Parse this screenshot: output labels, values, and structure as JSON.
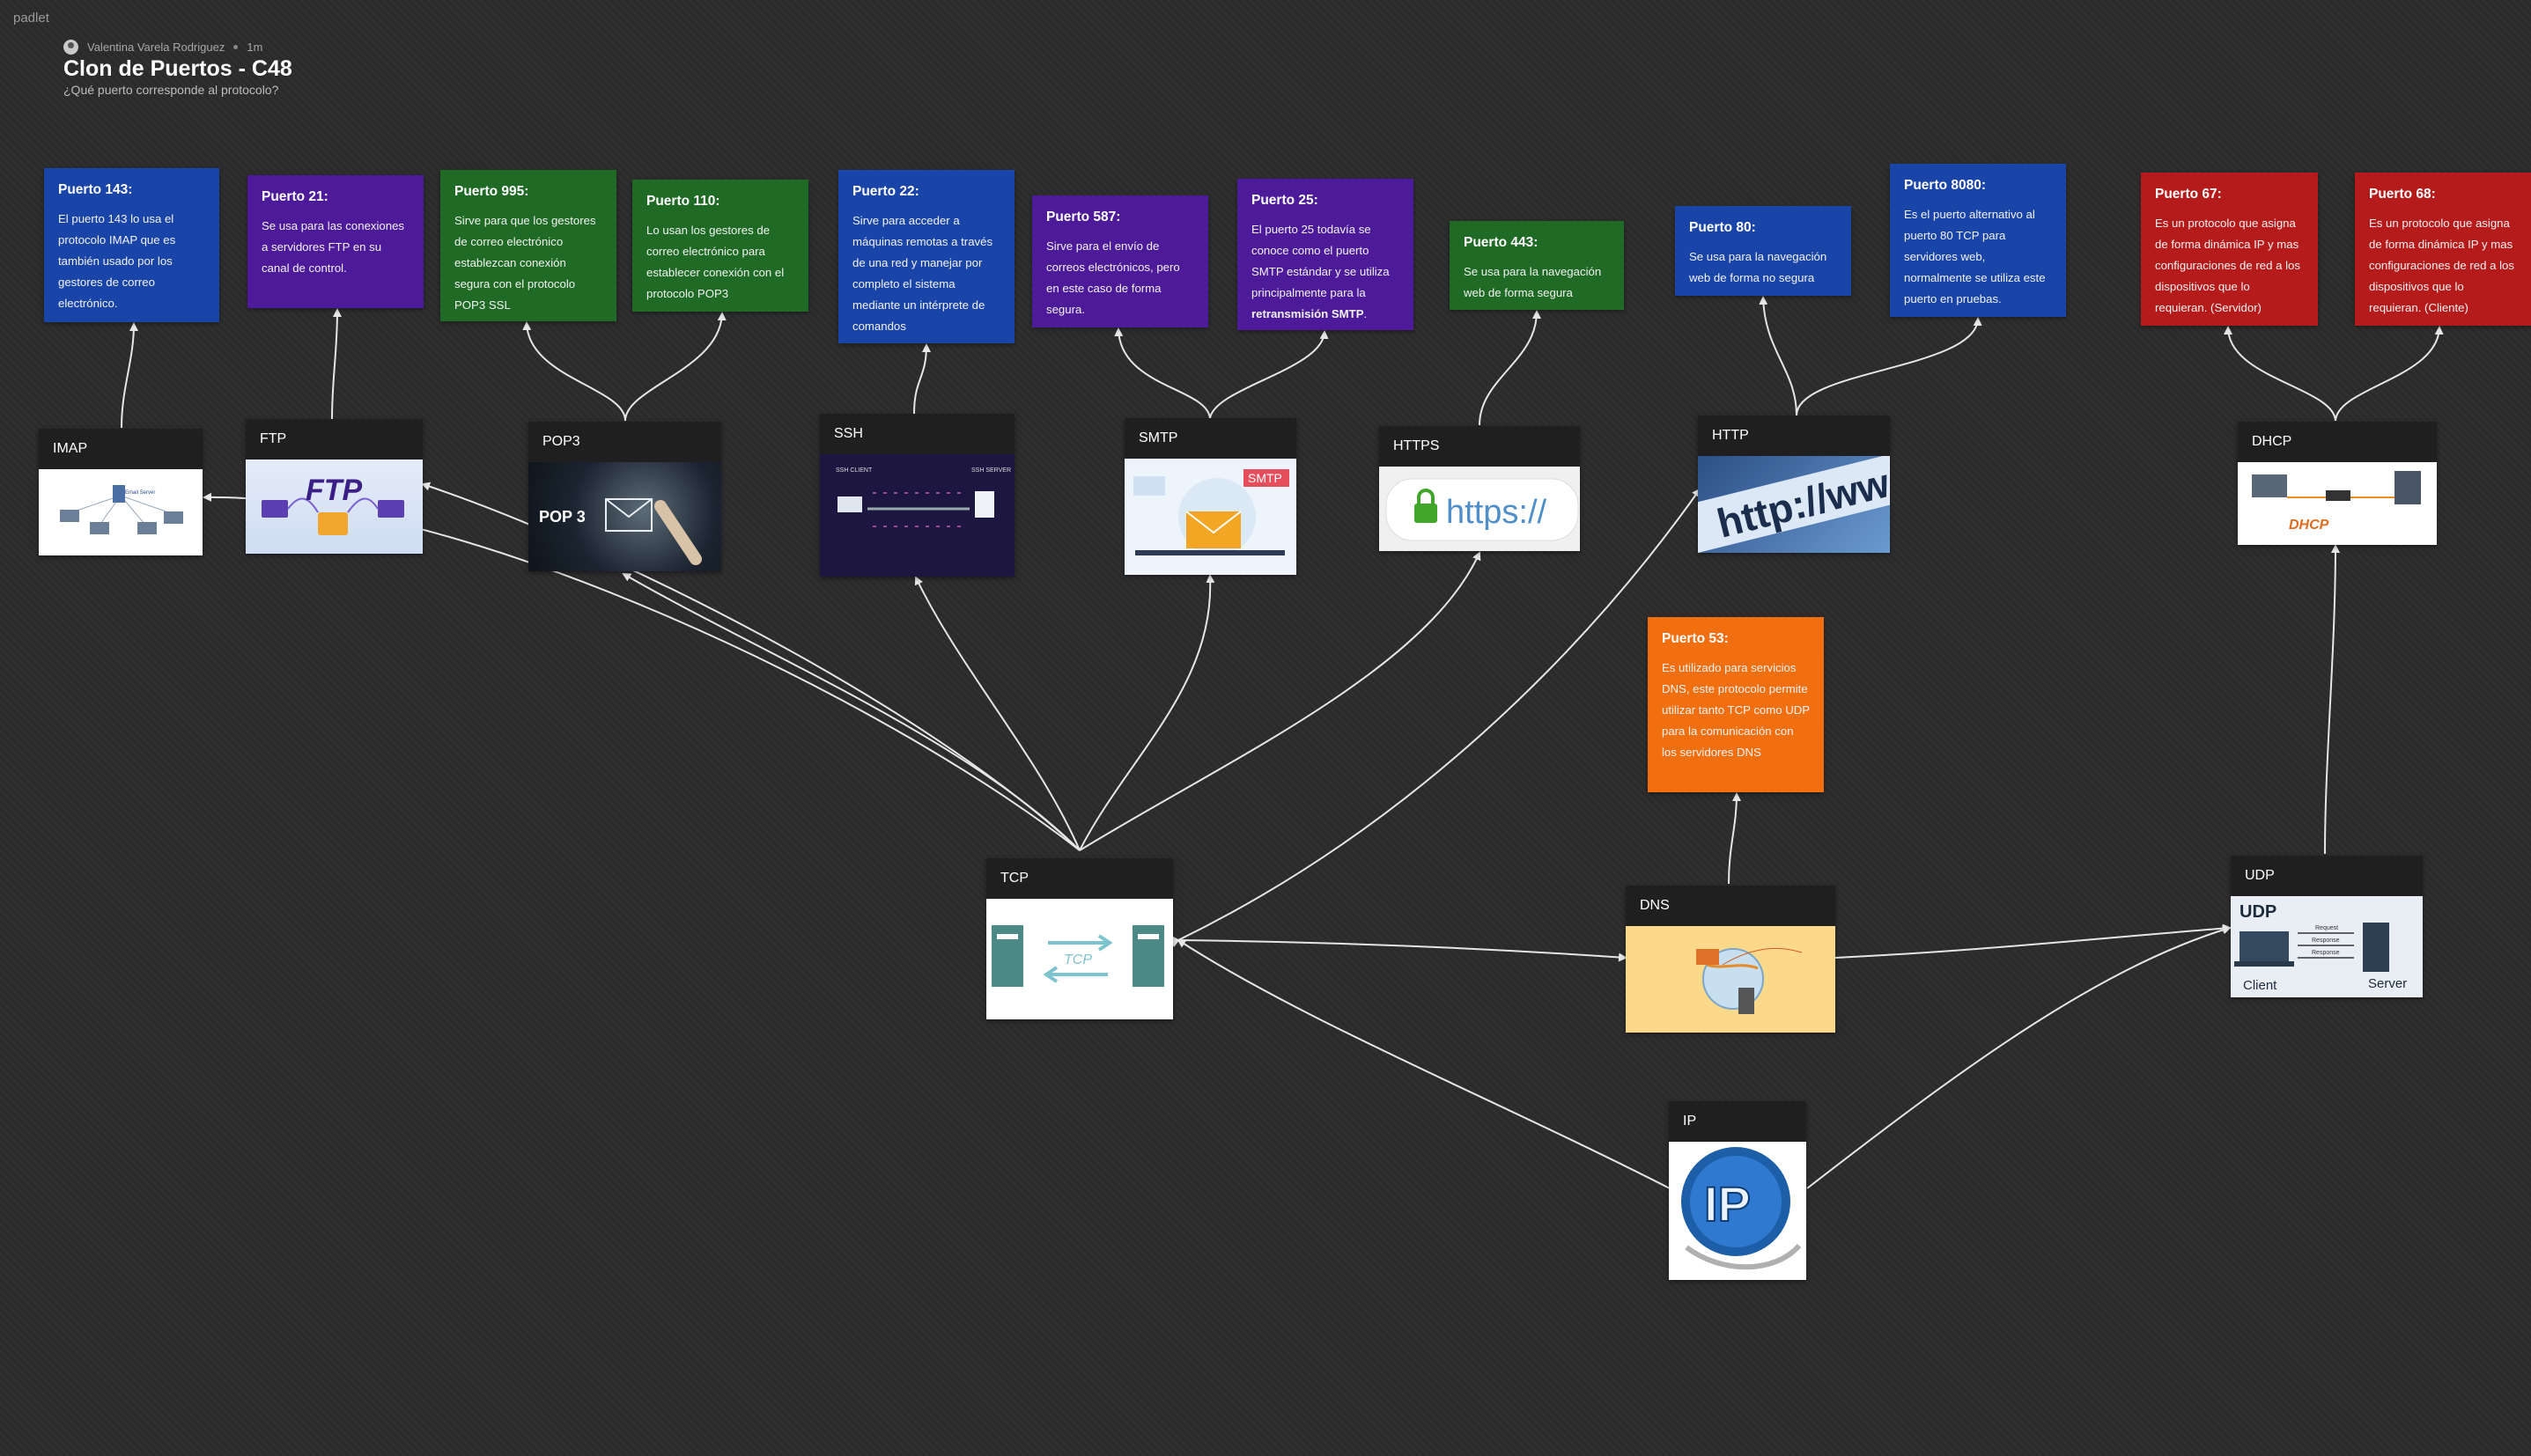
{
  "app": {
    "brand": "padlet"
  },
  "header": {
    "author": "Valentina Varela Rodriguez",
    "time": "1m",
    "title": "Clon de Puertos - C48",
    "subtitle": "¿Qué puerto corresponde al protocolo?"
  },
  "notes": {
    "imap": {
      "title": "Puerto 143:",
      "body": " El puerto 143 lo usa el protocolo IMAP que es también usado por los gestores de correo electrónico."
    },
    "ftp": {
      "title": "Puerto 21:",
      "body": "Se usa para las conexiones a servidores FTP en su canal de control."
    },
    "pop995": {
      "title": "Puerto 995:",
      "body": "Sirve para que los gestores de correo electrónico establezcan conexión segura con el protocolo POP3 SSL"
    },
    "pop110": {
      "title": "Puerto 110:",
      "body": "Lo usan los gestores de correo electrónico para establecer conexión con el protocolo POP3"
    },
    "ssh": {
      "title": "Puerto 22:",
      "body": "Sirve para acceder a máquinas remotas a través de una red y manejar por completo el sistema mediante un intérprete de comandos"
    },
    "smtp587": {
      "title": "Puerto 587:",
      "body": "Sirve para el envío de correos electrónicos, pero en este caso de forma segura."
    },
    "smtp25": {
      "title": "Puerto 25:",
      "body": "El puerto 25 todavía se conoce como el puerto SMTP estándar y se utiliza principalmente para la ",
      "bold": "retransmisión SMTP",
      "tail": "."
    },
    "https": {
      "title": "Puerto 443:",
      "body": "Se usa para la navegación web de forma segura"
    },
    "http80": {
      "title": "Puerto 80:",
      "body": "Se usa para la navegación web de forma no segura"
    },
    "http8080": {
      "title": "Puerto 8080:",
      "body": "Es el puerto alternativo al puerto 80 TCP para servidores web, normalmente se utiliza este puerto en pruebas."
    },
    "dhcp67": {
      "title": "Puerto 67:",
      "body": "Es un protocolo que asigna de forma dinámica IP y mas configuraciones de red a los dispositivos que lo requieran. (Servidor)"
    },
    "dhcp68": {
      "title": "Puerto 68:",
      "body": "Es un protocolo que asigna de forma dinámica IP y mas configuraciones de red a los dispositivos que lo requieran. (Cliente)"
    },
    "dns": {
      "title": "Puerto 53:",
      "body": "Es utilizado para servicios DNS, este protocolo permite utilizar tanto TCP como UDP para la comunicación con los servidores DNS"
    }
  },
  "cards": {
    "imap": {
      "title": "IMAP",
      "img_label": "Email Server"
    },
    "ftp": {
      "title": "FTP",
      "img_label": "FTP"
    },
    "pop3": {
      "title": "POP3",
      "img_label": "POP 3"
    },
    "ssh": {
      "title": "SSH",
      "client": "SSH CLIENT",
      "server": "SSH SERVER"
    },
    "smtp": {
      "title": "SMTP",
      "img_label": "SMTP"
    },
    "https": {
      "title": "HTTPS",
      "img_label": "https://"
    },
    "http": {
      "title": "HTTP",
      "img_label": "http://ww"
    },
    "dhcp": {
      "title": "DHCP",
      "img_label": "DHCP"
    },
    "tcp": {
      "title": "TCP",
      "img_label": "TCP"
    },
    "dns": {
      "title": "DNS"
    },
    "udp": {
      "title": "UDP",
      "img_label": "UDP",
      "client": "Client",
      "server": "Server",
      "request": "Request",
      "response1": "Response",
      "response2": "Response"
    },
    "ip": {
      "title": "IP",
      "img_label": "IP"
    }
  },
  "colors": {
    "background": "#2b2b2b",
    "note_blue": "#1a45a8",
    "note_purple": "#4d1b9a",
    "note_green": "#1f6a24",
    "note_red": "#b51b1b",
    "note_orange": "#f26f10",
    "card_title_bg": "#1f1f1f"
  }
}
